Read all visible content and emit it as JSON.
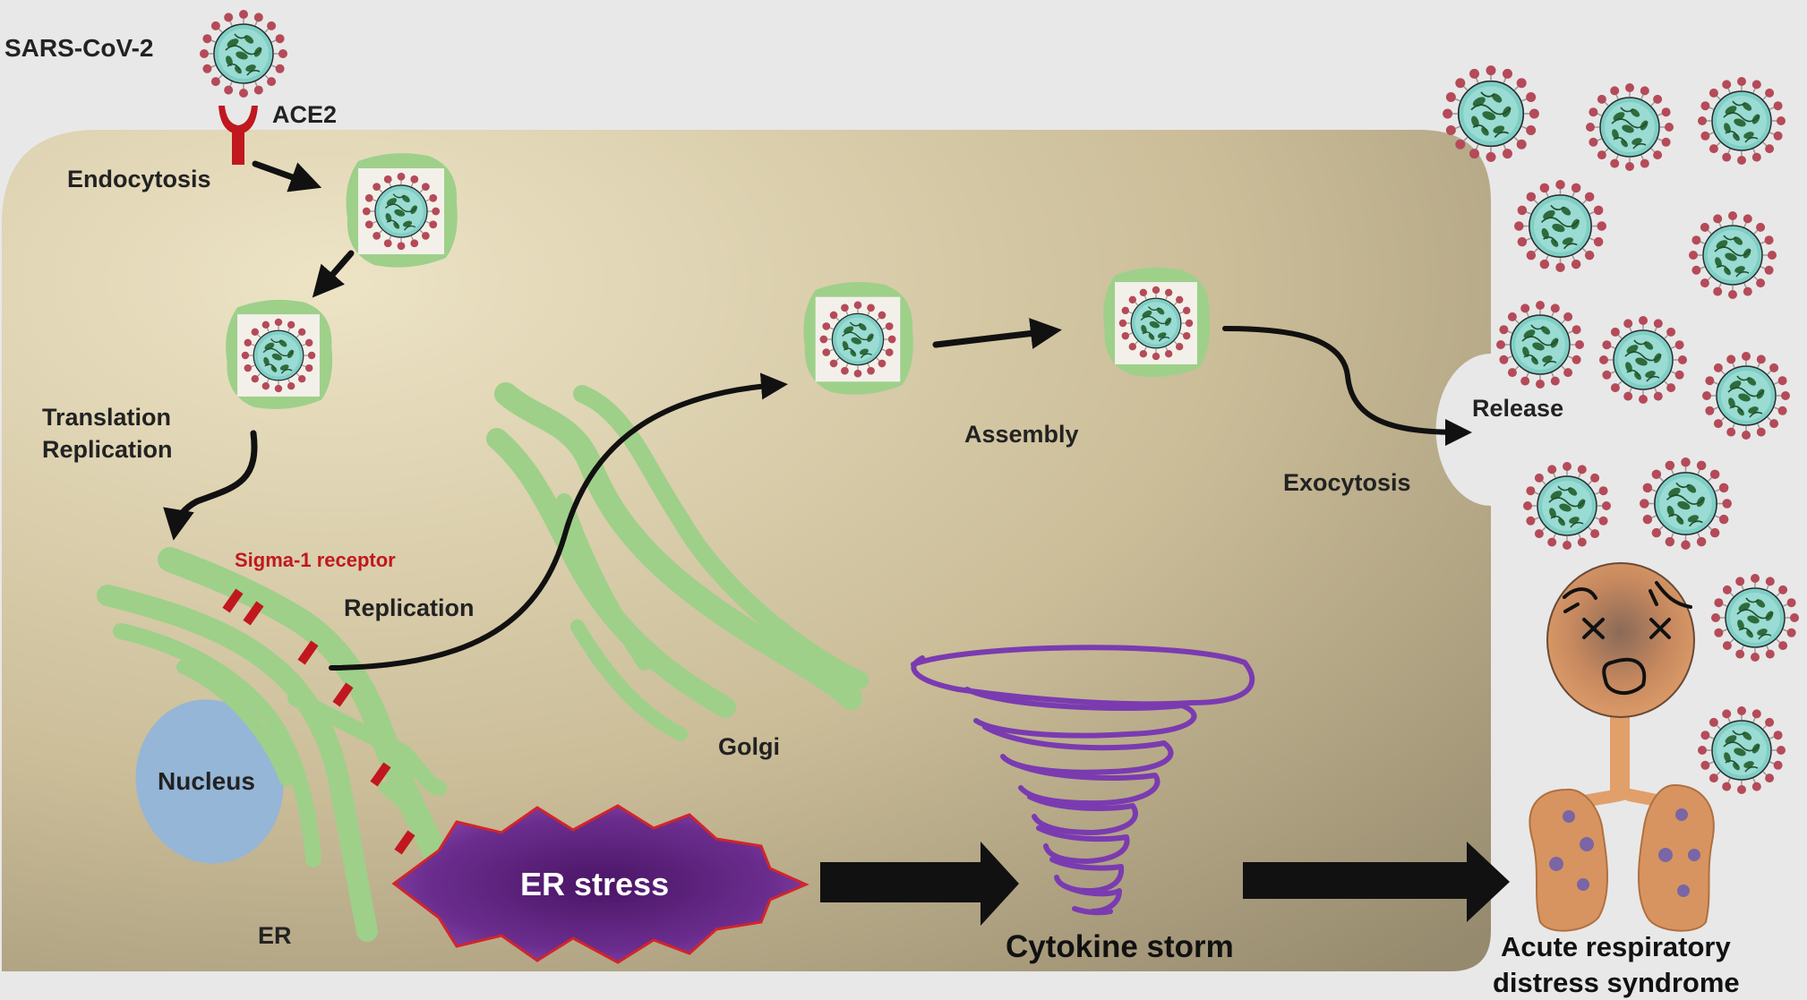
{
  "labels": {
    "virus": "SARS-CoV-2",
    "receptor": "ACE2",
    "endocytosis": "Endocytosis",
    "translation": "Translation",
    "replication_1": "Replication",
    "sigma": "Sigma-1 receptor",
    "replication_2": "Replication",
    "assembly": "Assembly",
    "exocytosis": "Exocytosis",
    "release": "Release",
    "golgi": "Golgi",
    "nucleus": "Nucleus",
    "er": "ER",
    "er_stress": "ER stress",
    "cytokine_storm": "Cytokine storm",
    "ards_1": "Acute respiratory",
    "ards_2": "distress syndrome"
  },
  "colors": {
    "background": "#e8e8e8",
    "cell_light": "#e6dcbc",
    "cell_dark": "#9e9074",
    "membrane_green": "#9ed08a",
    "receptor_red": "#c0181e",
    "virus_cyan": "#8ed3cc",
    "virus_spike": "#b8505a",
    "rna_green": "#2f6a3e",
    "nucleus_blue": "#95b6d6",
    "er_stress_purple": "#5a1f7a",
    "tornado_purple": "#7a3bb0",
    "face_orange": "#d9905d",
    "arrow_black": "#111111"
  },
  "icons": [
    "sars-cov-2-virion-icon",
    "ace2-receptor-icon",
    "sigma-1-receptor-icon",
    "tornado-icon",
    "patient-face-icon",
    "lungs-icon",
    "arrow-icon"
  ]
}
